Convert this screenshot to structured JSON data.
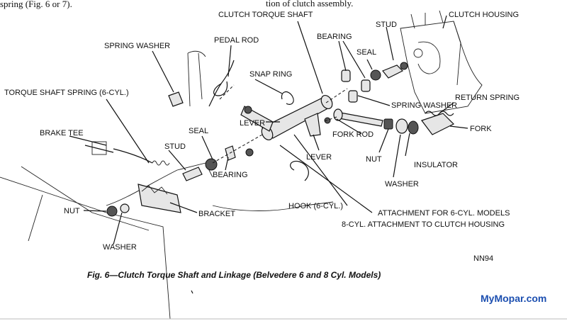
{
  "header": {
    "top_left_text": "spring (Fig. 6 or 7).",
    "top_center_text": "tion of clutch assembly."
  },
  "labels": {
    "clutch_torque_shaft": "CLUTCH TORQUE SHAFT",
    "clutch_housing": "CLUTCH HOUSING",
    "stud_top": "STUD",
    "bearing_top": "BEARING",
    "seal_top": "SEAL",
    "spring_washer_left": "SPRING WASHER",
    "pedal_rod": "PEDAL ROD",
    "snap_ring": "SNAP RING",
    "torque_shaft_spring": "TORQUE SHAFT SPRING (6-CYL.)",
    "spring_washer_right": "SPRING WASHER",
    "return_spring": "RETURN SPRING",
    "lever_left": "LEVER",
    "brake_tee": "BRAKE TEE",
    "seal_left": "SEAL",
    "stud_left": "STUD",
    "bearing_bottom": "BEARING",
    "fork_rod": "FORK ROD",
    "fork": "FORK",
    "lever_right": "LEVER",
    "nut_right": "NUT",
    "insulator": "INSULATOR",
    "washer_right": "WASHER",
    "nut_left": "NUT",
    "bracket": "BRACKET",
    "hook": "HOOK (6-CYL.)",
    "attachment_6cyl": "ATTACHMENT FOR 6-CYL. MODELS",
    "attachment_8cyl": "8-CYL. ATTACHMENT TO CLUTCH HOUSING",
    "washer_left": "WASHER",
    "code": "NN94"
  },
  "caption": "Fig. 6—Clutch Torque Shaft and Linkage (Belvedere 6 and 8 Cyl. Models)",
  "watermark": "MyMopar.com"
}
